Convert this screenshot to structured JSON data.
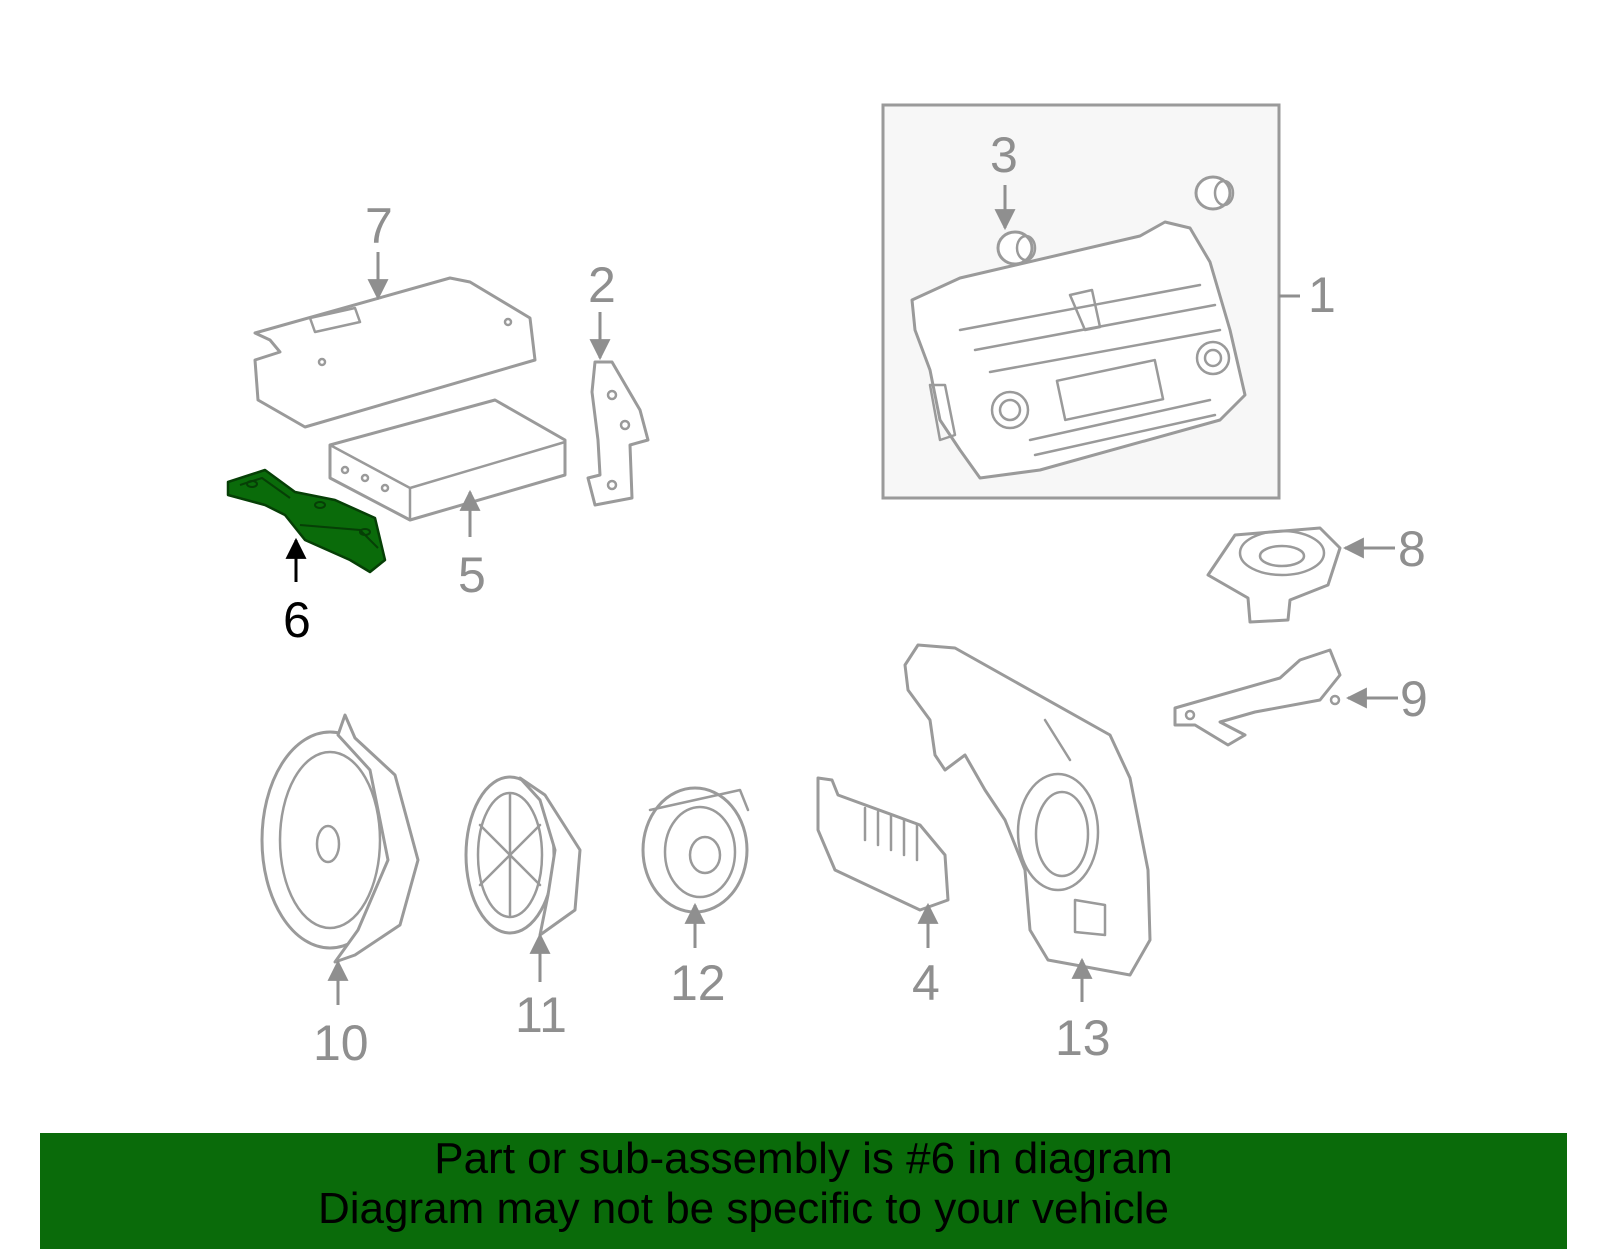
{
  "callouts": {
    "p1": "1",
    "p2": "2",
    "p3": "3",
    "p4": "4",
    "p5": "5",
    "p6": "6",
    "p7": "7",
    "p8": "8",
    "p9": "9",
    "p10": "10",
    "p11": "11",
    "p12": "12",
    "p13": "13"
  },
  "highlighted_part": "6",
  "colors": {
    "highlight": "#0a6b0a",
    "outline": "#9a9a9a",
    "banner": "#0a6b0a"
  },
  "banner": {
    "line1": "Part or sub-assembly is #6 in diagram",
    "line2": "Diagram may not be specific to your vehicle"
  }
}
